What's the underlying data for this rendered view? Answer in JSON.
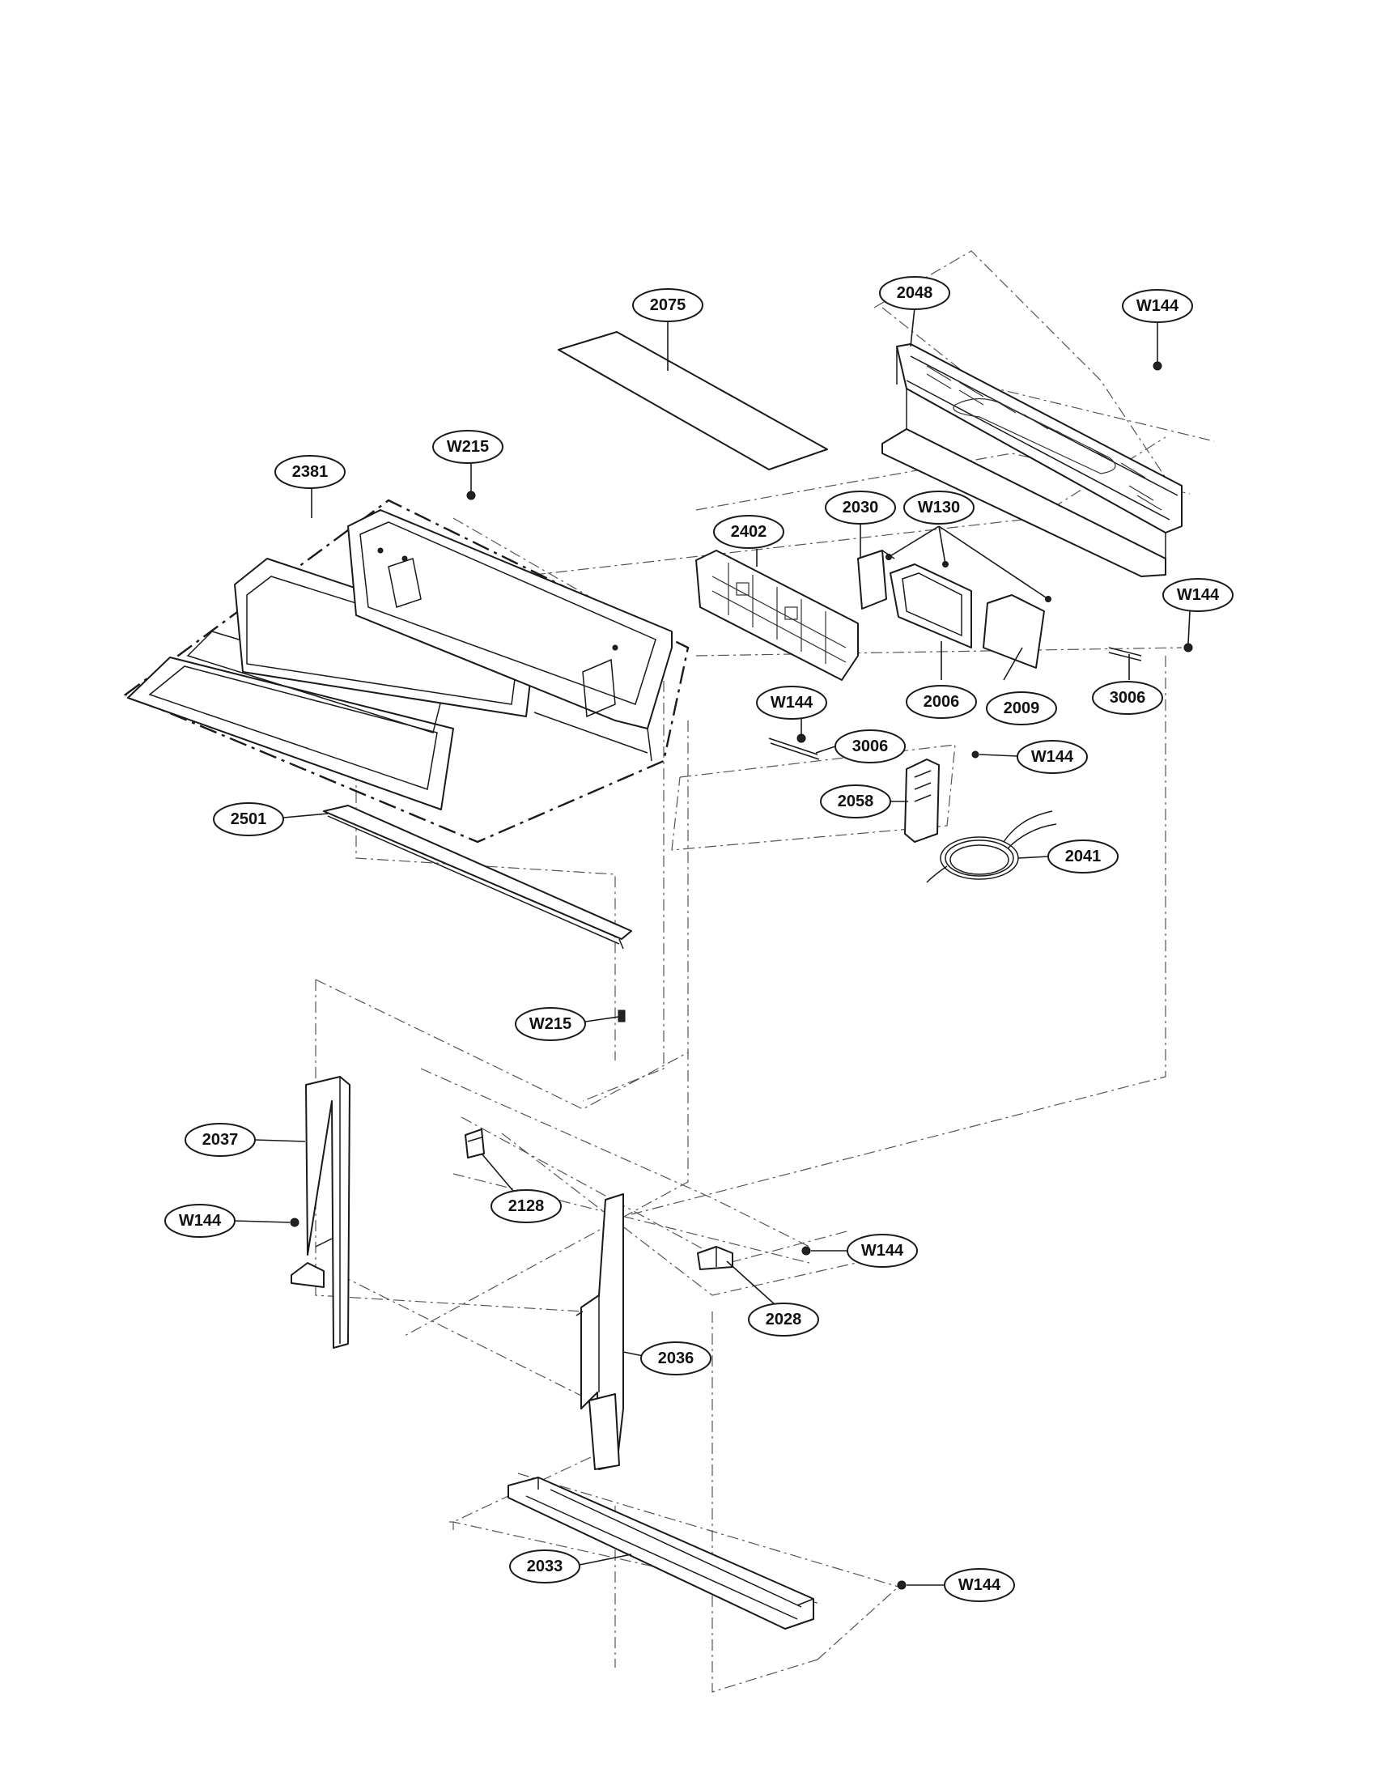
{
  "callouts": [
    {
      "id": "c2075",
      "label": "2075"
    },
    {
      "id": "c2048",
      "label": "2048"
    },
    {
      "id": "cW144a",
      "label": "W144"
    },
    {
      "id": "cW215a",
      "label": "W215"
    },
    {
      "id": "c2381",
      "label": "2381"
    },
    {
      "id": "c2030",
      "label": "2030"
    },
    {
      "id": "cW130",
      "label": "W130"
    },
    {
      "id": "c2402",
      "label": "2402"
    },
    {
      "id": "cW144b",
      "label": "W144"
    },
    {
      "id": "cW144c",
      "label": "W144"
    },
    {
      "id": "c2006",
      "label": "2006"
    },
    {
      "id": "c2009",
      "label": "2009"
    },
    {
      "id": "c3006a",
      "label": "3006"
    },
    {
      "id": "c3006b",
      "label": "3006"
    },
    {
      "id": "cW144d",
      "label": "W144"
    },
    {
      "id": "c2058",
      "label": "2058"
    },
    {
      "id": "c2501",
      "label": "2501"
    },
    {
      "id": "c2041",
      "label": "2041"
    },
    {
      "id": "cW215b",
      "label": "W215"
    },
    {
      "id": "c2037",
      "label": "2037"
    },
    {
      "id": "cW144e",
      "label": "W144"
    },
    {
      "id": "c2128",
      "label": "2128"
    },
    {
      "id": "cW144f",
      "label": "W144"
    },
    {
      "id": "c2028",
      "label": "2028"
    },
    {
      "id": "c2036",
      "label": "2036"
    },
    {
      "id": "c2033",
      "label": "2033"
    },
    {
      "id": "cW144g",
      "label": "W144"
    }
  ]
}
